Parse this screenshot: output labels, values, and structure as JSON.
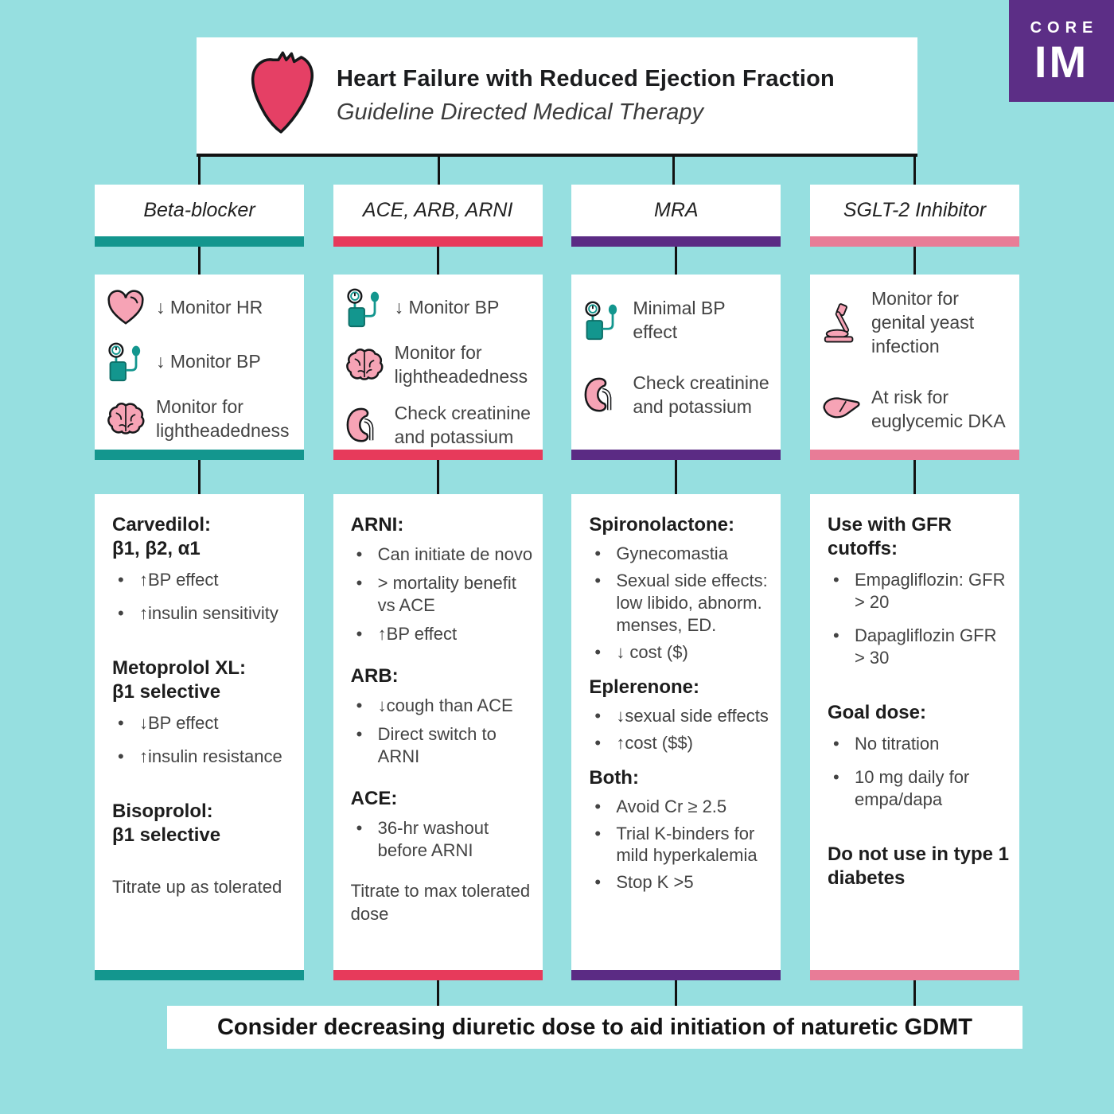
{
  "header": {
    "title": "Heart Failure with Reduced Ejection Fraction",
    "subtitle": "Guideline Directed Medical Therapy"
  },
  "logo": {
    "line1": "CORE",
    "line2": "IM"
  },
  "colors": {
    "background": "#96DFE0",
    "teal": "#13968E",
    "red": "#E73A5B",
    "purple": "#5B2B84",
    "pink": "#E87C97",
    "logo_purple": "#5C2E86",
    "anatomical_heart": "#E54065",
    "icon_pink": "#F6A3B5",
    "line_black": "#121212"
  },
  "columns": [
    {
      "id": "beta-blocker",
      "title": "Beta-blocker",
      "accent": "#13968E",
      "monitoring": [
        {
          "icon": "heart-icon",
          "text": "↓ Monitor HR"
        },
        {
          "icon": "bp-cuff-icon",
          "text": "↓ Monitor BP"
        },
        {
          "icon": "brain-icon",
          "text": "Monitor for lightheadedness"
        }
      ],
      "details": [
        {
          "type": "heading",
          "text": "Carvedilol:\nβ1, β2, α1"
        },
        {
          "type": "bullet",
          "text": "↑BP effect"
        },
        {
          "type": "bullet",
          "text": "↑insulin sensitivity"
        },
        {
          "type": "heading",
          "text": "Metoprolol XL:\nβ1 selective"
        },
        {
          "type": "bullet",
          "text": "↓BP effect"
        },
        {
          "type": "bullet",
          "text": "↑insulin resistance"
        },
        {
          "type": "heading",
          "text": "Bisoprolol:\nβ1 selective"
        },
        {
          "type": "note",
          "text": "Titrate up as tolerated"
        }
      ],
      "connect_to_banner": false
    },
    {
      "id": "ace-arb-arni",
      "title": "ACE, ARB, ARNI",
      "accent": "#E73A5B",
      "monitoring": [
        {
          "icon": "bp-cuff-icon",
          "text": "↓ Monitor BP"
        },
        {
          "icon": "brain-icon",
          "text": "Monitor for lightheadedness"
        },
        {
          "icon": "kidney-icon",
          "text": "Check creatinine and potassium"
        }
      ],
      "details": [
        {
          "type": "heading",
          "text": "ARNI:"
        },
        {
          "type": "bullet",
          "text": "Can initiate de novo"
        },
        {
          "type": "bullet",
          "text": "> mortality benefit vs ACE"
        },
        {
          "type": "bullet",
          "text": "↑BP effect"
        },
        {
          "type": "heading",
          "text": "ARB:"
        },
        {
          "type": "bullet",
          "text": "↓cough than ACE"
        },
        {
          "type": "bullet",
          "text": "Direct switch to ARNI"
        },
        {
          "type": "heading",
          "text": "ACE:"
        },
        {
          "type": "bullet",
          "text": "36-hr washout before ARNI"
        },
        {
          "type": "note",
          "text": "Titrate to max tolerated dose"
        }
      ],
      "connect_to_banner": true
    },
    {
      "id": "mra",
      "title": "MRA",
      "accent": "#5B2B84",
      "monitoring": [
        {
          "icon": "bp-cuff-icon",
          "text": "Minimal BP effect"
        },
        {
          "icon": "kidney-icon",
          "text": "Check creatinine and potassium"
        }
      ],
      "details": [
        {
          "type": "heading",
          "text": "Spironolactone:"
        },
        {
          "type": "bullet",
          "text": "Gynecomastia"
        },
        {
          "type": "bullet",
          "text": "Sexual side effects: low libido, abnorm. menses, ED."
        },
        {
          "type": "bullet",
          "text": "↓ cost ($)"
        },
        {
          "type": "heading",
          "text": "Eplerenone:"
        },
        {
          "type": "bullet",
          "text": "↓sexual side effects"
        },
        {
          "type": "bullet",
          "text": "↑cost ($$)"
        },
        {
          "type": "heading",
          "text": "Both:"
        },
        {
          "type": "bullet",
          "text": "Avoid Cr ≥ 2.5"
        },
        {
          "type": "bullet",
          "text": "Trial K-binders for mild hyperkalemia"
        },
        {
          "type": "bullet",
          "text": "Stop K >5"
        }
      ],
      "connect_to_banner": true
    },
    {
      "id": "sglt2-inhibitor",
      "title": "SGLT-2 Inhibitor",
      "accent": "#E87C97",
      "monitoring": [
        {
          "icon": "microscope-icon",
          "text": "Monitor for genital yeast infection"
        },
        {
          "icon": "liver-icon",
          "text": "At risk for euglycemic DKA"
        }
      ],
      "details": [
        {
          "type": "heading",
          "text": "Use with GFR cutoffs:"
        },
        {
          "type": "bullet",
          "text": "Empagliflozin: GFR > 20"
        },
        {
          "type": "bullet",
          "text": "Dapagliflozin GFR > 30"
        },
        {
          "type": "heading",
          "text": "Goal dose:"
        },
        {
          "type": "bullet",
          "text": "No titration"
        },
        {
          "type": "bullet",
          "text": "10 mg daily for empa/dapa"
        },
        {
          "type": "heading",
          "text": "Do not use in type 1 diabetes"
        }
      ],
      "connect_to_banner": true
    }
  ],
  "banner": {
    "text": "Consider decreasing diuretic dose to aid initiation of naturetic GDMT"
  }
}
